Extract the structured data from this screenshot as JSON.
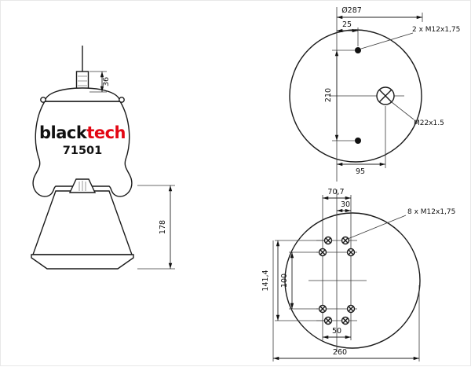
{
  "colors": {
    "ink": "#1a1a1a",
    "accent_red": "#e30613"
  },
  "side_view": {
    "logo_black": "black",
    "logo_tech": "tech",
    "part_number": "71501",
    "dim_stud_height": "36",
    "dim_piston_height": "178"
  },
  "top_view": {
    "dim_diameter": "Ø287",
    "dim_offset": "25",
    "label_bolts": "2 x M12x1,75",
    "dim_bolt_spacing": "210",
    "label_center_thread": "M22x1.5",
    "dim_thread_offset": "95"
  },
  "bottom_view": {
    "dim_outer_diag": "70,7",
    "dim_inner_offset": "30",
    "label_bolts": "8 x M12x1,75",
    "dim_outer_spacing": "141,4",
    "dim_inner_spacing": "100",
    "dim_bottom_offset": "50",
    "dim_base_diameter": "260"
  }
}
